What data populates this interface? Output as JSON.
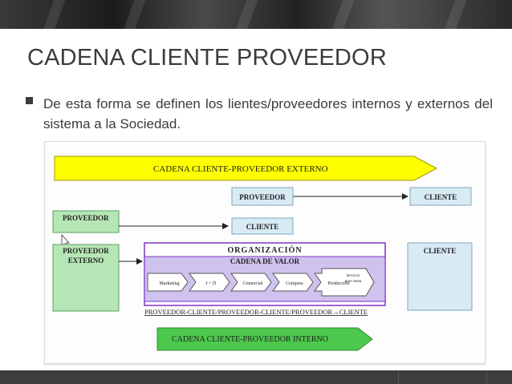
{
  "slide": {
    "title": "CADENA CLIENTE PROVEEDOR",
    "bullet": "De esta forma se definen los lientes/proveedores internos y externos del sistema a la Sociedad."
  },
  "diagram": {
    "external_chain": "CADENA CLIENTE-PROVEEDOR EXTERNO",
    "internal_chain": "CADENA CLIENTE-PROVEEDOR INTERNO",
    "top_proveedor": "PROVEEDOR",
    "top_cliente": "CLIENTE",
    "left_proveedor": "PROVEEDOR",
    "mid_cliente": "CLIENTE",
    "left_proveedor_externo_line1": "PROVEEDOR",
    "left_proveedor_externo_line2": "EXTERNO",
    "organizacion": "ORGANIZACIÓN",
    "cadena_valor": "CADENA DE VALOR",
    "right_cliente": "CLIENTE",
    "stages": [
      "Marketing",
      "I + D",
      "Comercial",
      "Compras",
      "Producción"
    ],
    "service_line1": "Servicio",
    "service_line2": "post venta",
    "sequence": "PROVEEDOR-CLIENTE/PROVEEDOR-CLIENTE/PROVEEDOR→CLIENTE",
    "colors": {
      "yellow": "#ffff00",
      "green": "#b6e6b6",
      "blue_box": "#d8eaf4",
      "org_purple": "#7b34c8",
      "org_lilac": "#cfc2ee",
      "internal_green": "#4cc84c"
    }
  }
}
